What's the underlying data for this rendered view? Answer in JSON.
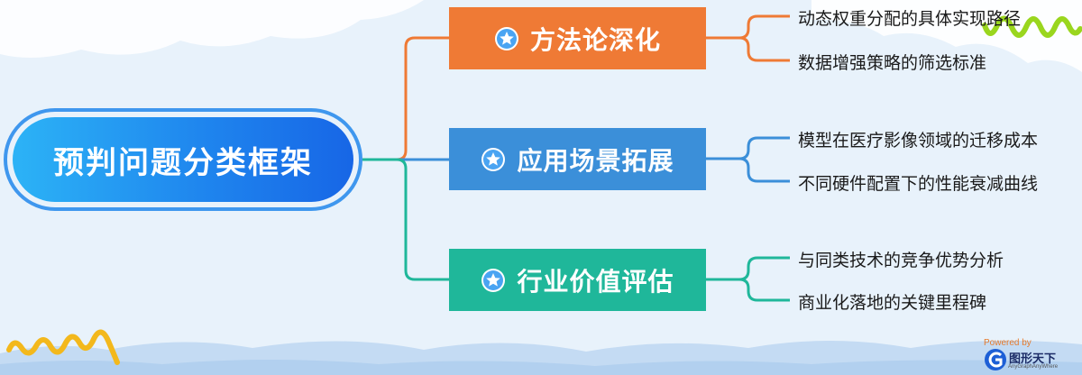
{
  "root": {
    "label": "预判问题分类框架"
  },
  "branches": [
    {
      "label": "方法论深化",
      "color": "#ef7a35",
      "leaves": [
        "动态权重分配的具体实现路径",
        "数据增强策略的筛选标准"
      ]
    },
    {
      "label": "应用场景拓展",
      "color": "#3b8fd9",
      "leaves": [
        "模型在医疗影像领域的迁移成本",
        "不同硬件配置下的性能衰减曲线"
      ]
    },
    {
      "label": "行业价值评估",
      "color": "#1fb79a",
      "leaves": [
        "与同类技术的竞争优势分析",
        "商业化落地的关键里程碑"
      ]
    }
  ],
  "watermark": {
    "powered": "Powered by",
    "brand": "图形天下",
    "sub": "AnyGraphAnyWhere"
  }
}
